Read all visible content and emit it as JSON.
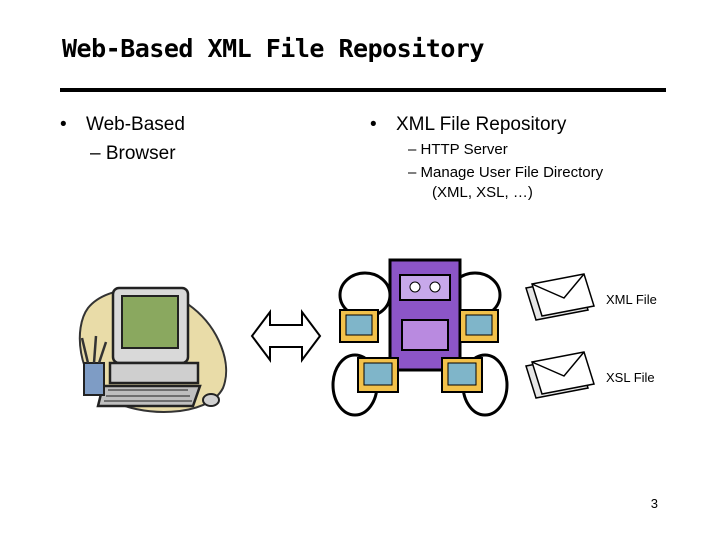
{
  "title": "Web-Based XML File Repository",
  "left": {
    "bullet": "Web-Based",
    "sub": "Browser"
  },
  "right": {
    "bullet": "XML File Repository",
    "subs": [
      "HTTP Server",
      "Manage User File Directory",
      "(XML, XSL, …)"
    ]
  },
  "files": [
    "XML File",
    "XSL File"
  ],
  "page_number": "3",
  "icons": [
    "computer-clipart",
    "double-arrow-icon",
    "server-network-clipart",
    "envelope-icon"
  ]
}
